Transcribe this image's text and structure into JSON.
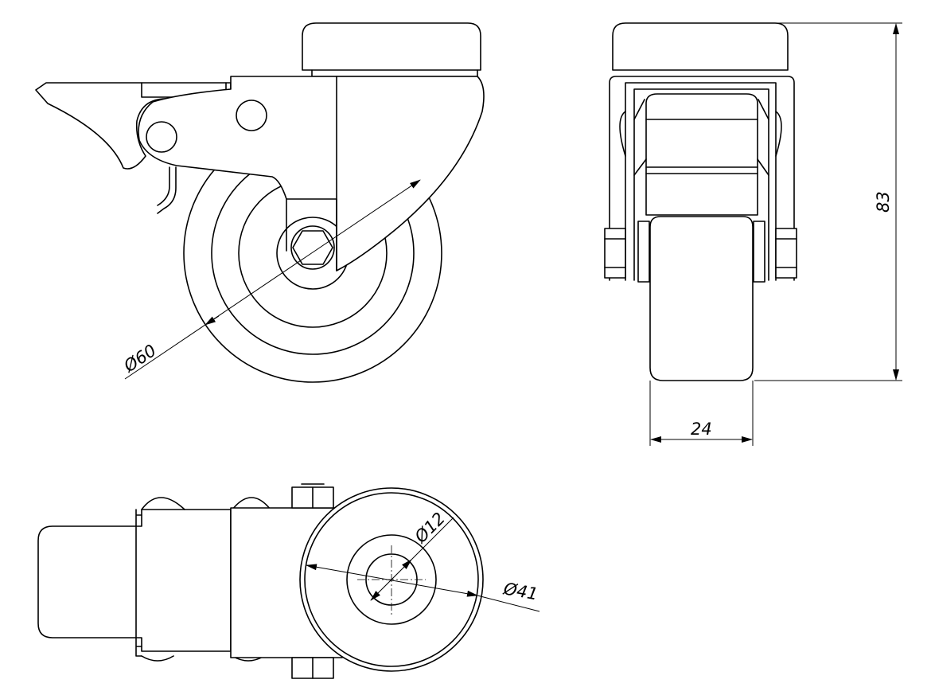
{
  "drawing": {
    "side_view": {
      "diameter_label": "Ø60"
    },
    "front_view": {
      "height_label": "83",
      "width_label": "24"
    },
    "top_view": {
      "hub_diameter_label": "Ø12",
      "wheel_diameter_label": "Ø41"
    }
  }
}
